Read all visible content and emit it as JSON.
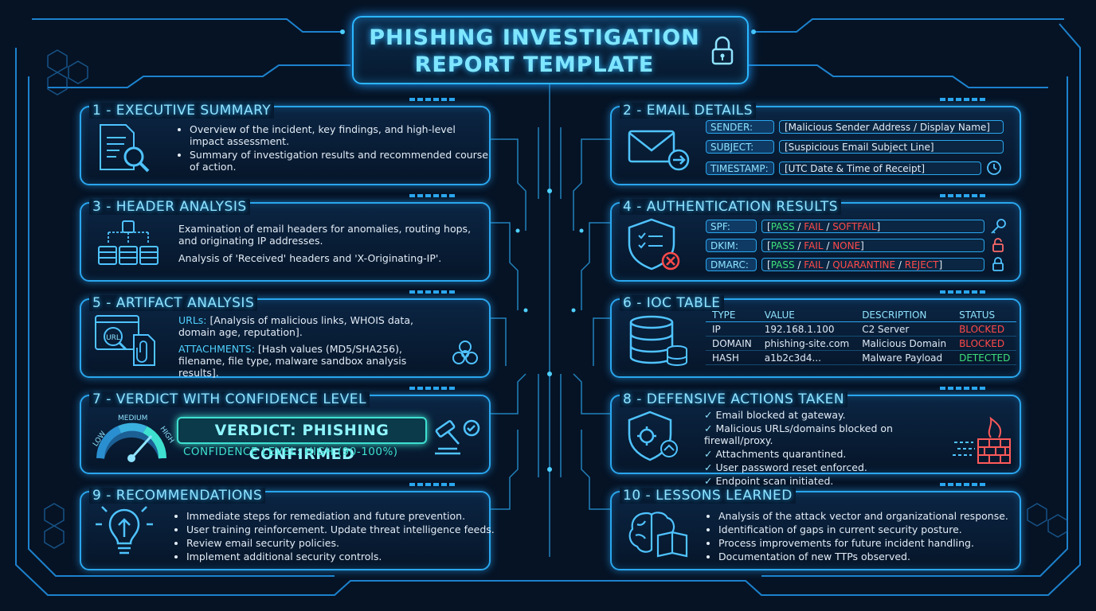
{
  "title": {
    "line1": "PHISHING INVESTIGATION",
    "line2": "REPORT TEMPLATE"
  },
  "colors": {
    "accent": "#2aa6ee",
    "glow": "#8fe3ff",
    "pass": "#3ee07a",
    "fail": "#ff4a4a",
    "background": "#061325"
  },
  "sections": {
    "s1": {
      "title": "1 - EXECUTIVE SUMMARY",
      "icon": "document-magnifier-icon",
      "items": [
        "Overview of the incident, key findings, and high-level impact assessment.",
        "Summary of investigation results and recommended course of action."
      ]
    },
    "s2": {
      "title": "2 - EMAIL DETAILS",
      "icon": "envelope-arrow-icon",
      "fields": [
        {
          "label": "SENDER:",
          "value": "[Malicious Sender Address / Display Name]"
        },
        {
          "label": "SUBJECT:",
          "value": "[Suspicious Email Subject Line]"
        },
        {
          "label": "TIMESTAMP:",
          "value": "[UTC Date & Time of Receipt]"
        }
      ]
    },
    "s3": {
      "title": "3 - HEADER ANALYSIS",
      "icon": "server-routing-icon",
      "p1": "Examination of email headers for anomalies, routing hops, and originating IP addresses.",
      "p2": "Analysis of 'Received' headers and 'X-Originating-IP'."
    },
    "s4": {
      "title": "4 - AUTHENTICATION RESULTS",
      "icon": "shield-checklist-icon",
      "rows": [
        {
          "label": "SPF:",
          "open": "[",
          "pass": "PASS",
          "sep1": " / ",
          "fail": "FAIL",
          "sep2": " / ",
          "third": "SOFTFAIL",
          "close": "]",
          "icon": "key-icon"
        },
        {
          "label": "DKIM:",
          "open": "[",
          "pass": "PASS",
          "sep1": " / ",
          "fail": "FAIL",
          "sep2": " / ",
          "third": "NONE",
          "close": "]",
          "icon": "open-lock-icon"
        },
        {
          "label": "DMARC:",
          "open": "[",
          "pass": "PASS",
          "sep1": " / ",
          "fail": "FAIL",
          "sep2": " / ",
          "third": "QUARANTINE",
          "sep3": " / ",
          "fourth": "REJECT",
          "close": "]",
          "icon": "lock-icon"
        }
      ]
    },
    "s5": {
      "title": "5 - ARTIFACT ANALYSIS",
      "icon": "url-attachment-icon",
      "urls_label": "URLs:",
      "urls_text": " [Analysis of malicious links, WHOIS data, domain age, reputation].",
      "att_label": "ATTACHMENTS:",
      "att_text": " [Hash values (MD5/SHA256), filename, file type, malware sandbox analysis results]."
    },
    "s6": {
      "title": "6 - IOC TABLE",
      "icon": "database-icon",
      "columns": [
        "TYPE",
        "VALUE",
        "DESCRIPTION",
        "STATUS"
      ],
      "rows": [
        [
          "IP",
          "192.168.1.100",
          "C2 Server",
          "BLOCKED"
        ],
        [
          "DOMAIN",
          "phishing-site.com",
          "Malicious Domain",
          "BLOCKED"
        ],
        [
          "HASH",
          "a1b2c3d4...",
          "Malware Payload",
          "DETECTED"
        ]
      ]
    },
    "s7": {
      "title": "7 - VERDICT WITH CONFIDENCE LEVEL",
      "icon": "gauge-icon",
      "gauge": {
        "low": "LOW",
        "medium": "MEDIUM",
        "high": "HIGH"
      },
      "verdict": "VERDICT: PHISHING CONFIRMED",
      "confidence": "CONFIDENCE LEVEL: HIGH (90-100%)"
    },
    "s8": {
      "title": "8 - DEFENSIVE ACTIONS TAKEN",
      "icon": "shield-gear-icon",
      "items": [
        "Email blocked at gateway.",
        "Malicious URLs/domains blocked on firewall/proxy.",
        "Attachments quarantined.",
        "User password reset enforced.",
        "Endpoint scan initiated."
      ]
    },
    "s9": {
      "title": "9 - RECOMMENDATIONS",
      "icon": "lightbulb-icon",
      "items": [
        "Immediate steps for remediation and future prevention.",
        "User training reinforcement. Update threat intelligence feeds.",
        "Review email security policies.",
        "Implement additional security controls."
      ]
    },
    "s10": {
      "title": "10 - LESSONS LEARNED",
      "icon": "brain-book-icon",
      "items": [
        "Analysis of the attack vector and organizational response.",
        "Identification of gaps in current security posture.",
        "Process improvements for future incident handling.",
        "Documentation of new TTPs observed."
      ]
    }
  }
}
